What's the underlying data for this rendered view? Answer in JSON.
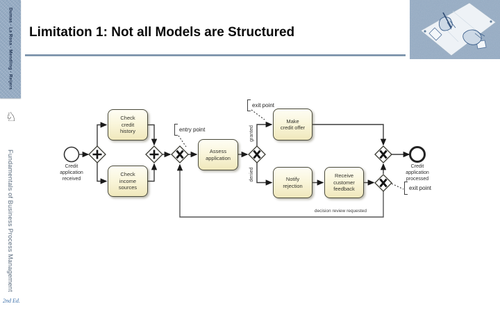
{
  "header": {
    "title": "Limitation 1: Not all Models are Structured"
  },
  "sidebar": {
    "authors": "Dumas · La Rosa · Mendling · Reijers",
    "knight_icon_glyph": "♘",
    "book_title": "Fundamentals of Business Process Management",
    "edition": "2nd Ed."
  },
  "corner_image": {
    "alt": "Escher Drawing Hands illustration in blue tones"
  },
  "diagram": {
    "events": [
      {
        "type": "start",
        "label": "Credit application received",
        "lines": [
          "Credit",
          "application",
          "received"
        ]
      },
      {
        "type": "end",
        "label": "Credit application processed",
        "lines": [
          "Credit",
          "application",
          "processed"
        ]
      }
    ],
    "tasks": [
      {
        "label": "Check credit history",
        "lines": [
          "Check",
          "credit",
          "history"
        ]
      },
      {
        "label": "Check income sources",
        "lines": [
          "Check",
          "income",
          "sources"
        ]
      },
      {
        "label": "Assess application",
        "lines": [
          "Assess",
          "application"
        ]
      },
      {
        "label": "Make credit offer",
        "lines": [
          "Make",
          "credit offer"
        ]
      },
      {
        "label": "Notify rejection",
        "lines": [
          "Notify",
          "rejection"
        ]
      },
      {
        "label": "Receive customer feedback",
        "lines": [
          "Receive",
          "customer",
          "feedback"
        ]
      }
    ],
    "gateways": [
      {
        "type": "parallel-split",
        "symbol": "+"
      },
      {
        "type": "parallel-join",
        "symbol": "+"
      },
      {
        "type": "xor-entry",
        "symbol": "X"
      },
      {
        "type": "xor-split",
        "symbol": "X"
      },
      {
        "type": "xor-join-top",
        "symbol": "X"
      },
      {
        "type": "xor-join-bottom",
        "symbol": "X"
      }
    ],
    "annotations": [
      {
        "text": "entry point"
      },
      {
        "text": "exit point"
      },
      {
        "text": "exit point"
      }
    ],
    "edge_labels": {
      "granted": "granted",
      "denied": "denied",
      "loop": "decision review requested"
    }
  },
  "colors": {
    "sidebar_blue": "#93a9c1",
    "rule_blue_gray": "#7b91a7",
    "task_fill": "#f7f0cd",
    "task_border": "#4a4a3c",
    "flow_line": "#3c3c3c",
    "gateway_symbol": "#141414",
    "spine_text": "#1e3150",
    "book_title_text": "#5a6b7d",
    "edition_blue": "#3a6ea8"
  }
}
